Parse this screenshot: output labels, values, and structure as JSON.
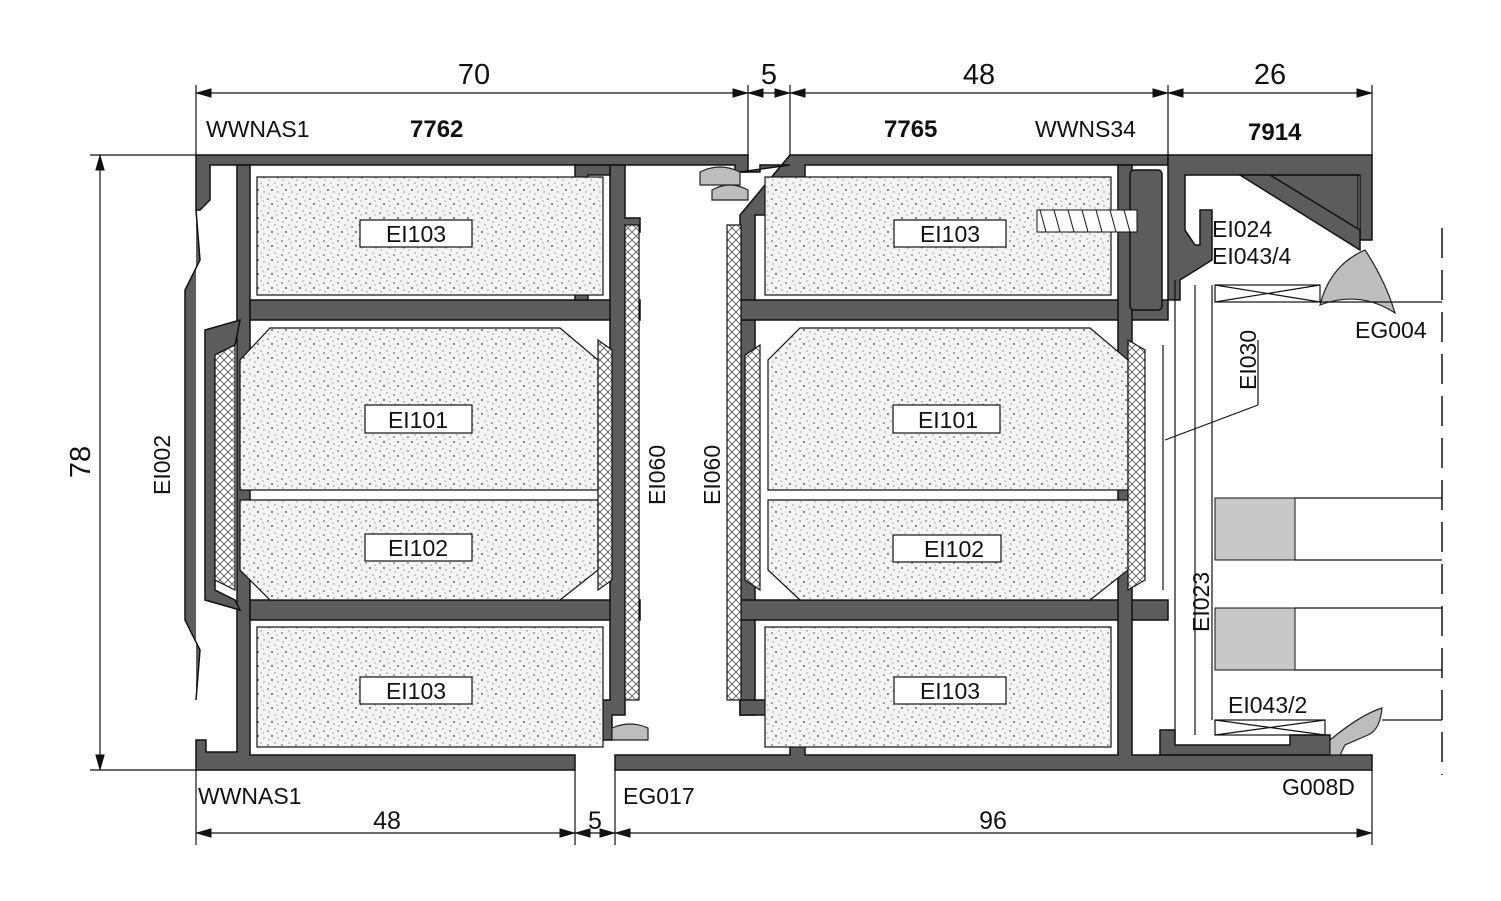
{
  "dimensions": {
    "top": [
      "70",
      "5",
      "48",
      "26"
    ],
    "bottom": [
      "48",
      "5",
      "96"
    ],
    "height": "78"
  },
  "profiles": {
    "left_code": "7762",
    "middle_code": "7765",
    "right_code": "7914"
  },
  "labels": {
    "wwnas1_top": "WWNAS1",
    "wwnas1_bottom": "WWNAS1",
    "wwns34": "WWNS34",
    "ei002": "EI002",
    "ei060_left": "EI060",
    "ei060_right": "EI060",
    "ei103": "EI103",
    "ei101": "EI101",
    "ei102": "EI102",
    "ei024": "EI024",
    "ei043_4": "EI043/4",
    "eg004": "EG004",
    "ei030": "EI030",
    "ei023": "EI023",
    "ei043_2": "EI043/2",
    "eg017": "EG017",
    "g008d": "G008D"
  },
  "colors": {
    "profile": "#5c5c5c",
    "gasket": "#bdbdbd",
    "glass_block": "#c8c8c8"
  }
}
